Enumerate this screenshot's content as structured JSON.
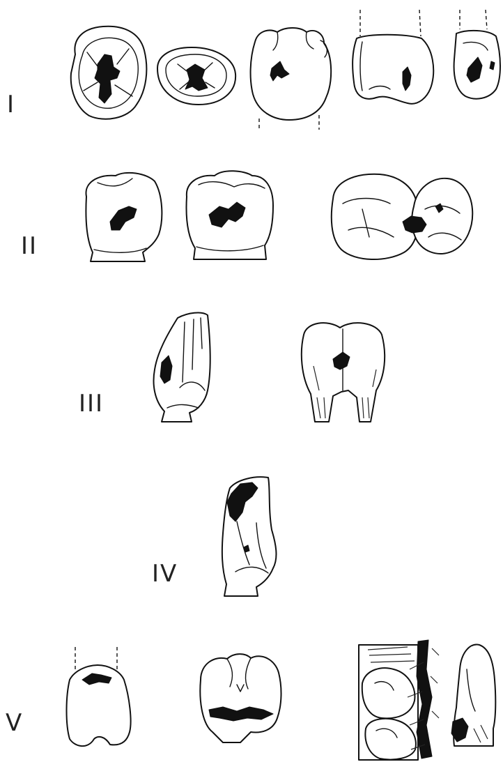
{
  "rows": [
    {
      "label": "I"
    },
    {
      "label": "II"
    },
    {
      "label": "III"
    },
    {
      "label": "IV"
    },
    {
      "label": "V"
    }
  ],
  "colors": {
    "ink": "#111111",
    "background": "#ffffff"
  }
}
